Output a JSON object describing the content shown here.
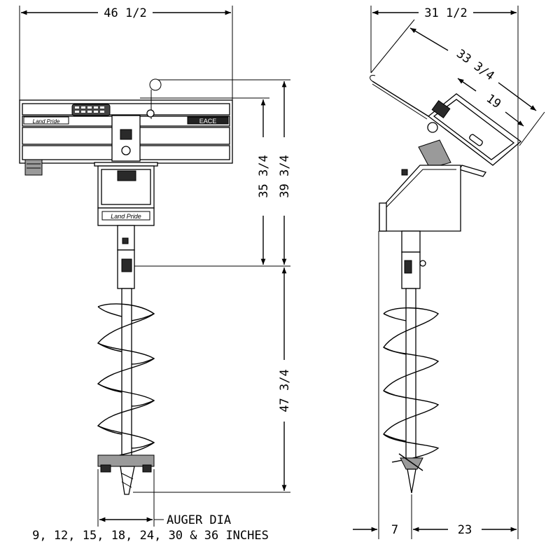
{
  "dimensions": {
    "front_width": "46 1/2",
    "side_width": "31 1/2",
    "arm_length": "33 3/4",
    "arm_short": "19",
    "height_mount": "35 3/4",
    "height_total": "39 3/4",
    "auger_length": "47 3/4",
    "offset_front": "7",
    "offset_rear": "23"
  },
  "labels": {
    "auger_dia": "AUGER DIA",
    "sizes": "9, 12, 15, 18, 24, 30 & 36 INCHES",
    "brand_front": "Land Pride",
    "brand_motor": "Land Pride",
    "model_badge": "EACE"
  }
}
